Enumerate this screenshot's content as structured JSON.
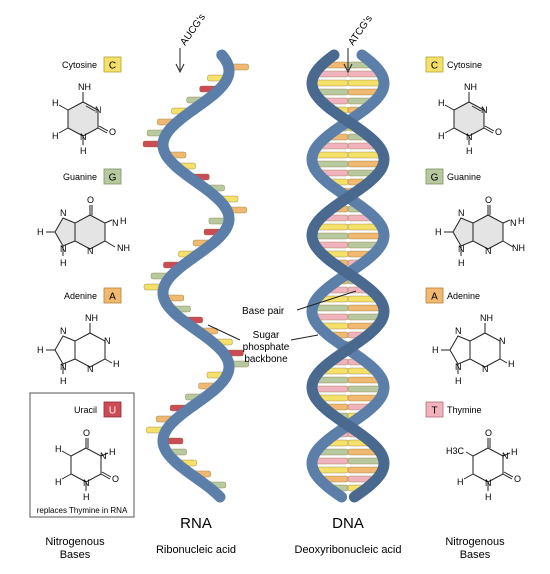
{
  "colors": {
    "backbone": "#5b7fa8",
    "backbone_dark": "#49698f",
    "cytosine": "#f5e06a",
    "guanine": "#b8c9a0",
    "adenine": "#f0b870",
    "uracil": "#cc4b55",
    "thymine": "#f0b3bd",
    "ring_fill": "#e4e4e4"
  },
  "left_bases": {
    "cytosine": {
      "name": "Cytosine",
      "letter": "C"
    },
    "guanine": {
      "name": "Guanine",
      "letter": "G"
    },
    "adenine": {
      "name": "Adenine",
      "letter": "A"
    },
    "uracil": {
      "name": "Uracil",
      "letter": "U",
      "note": "replaces Thymine in RNA"
    }
  },
  "right_bases": {
    "cytosine": {
      "name": "Cytosine",
      "letter": "C"
    },
    "guanine": {
      "name": "Guanine",
      "letter": "G"
    },
    "adenine": {
      "name": "Adenine",
      "letter": "A"
    },
    "thymine": {
      "name": "Thymine",
      "letter": "T"
    }
  },
  "rna": {
    "pointer": "AUCG's",
    "title": "RNA",
    "subtitle": "Ribonucleic acid"
  },
  "dna": {
    "pointer": "ATCG's",
    "title": "DNA",
    "subtitle": "Deoxyribonucleic acid"
  },
  "callouts": {
    "base_pair": "Base pair",
    "backbone_1": "Sugar",
    "backbone_2": "phosphate",
    "backbone_3": "backbone"
  },
  "footer": {
    "left_1": "Nitrogenous",
    "left_2": "Bases",
    "right_1": "Nitrogenous",
    "right_2": "Bases"
  },
  "atoms": {
    "H": "H",
    "N": "N",
    "O": "O",
    "NH": "NH",
    "H3C": "H3C"
  }
}
